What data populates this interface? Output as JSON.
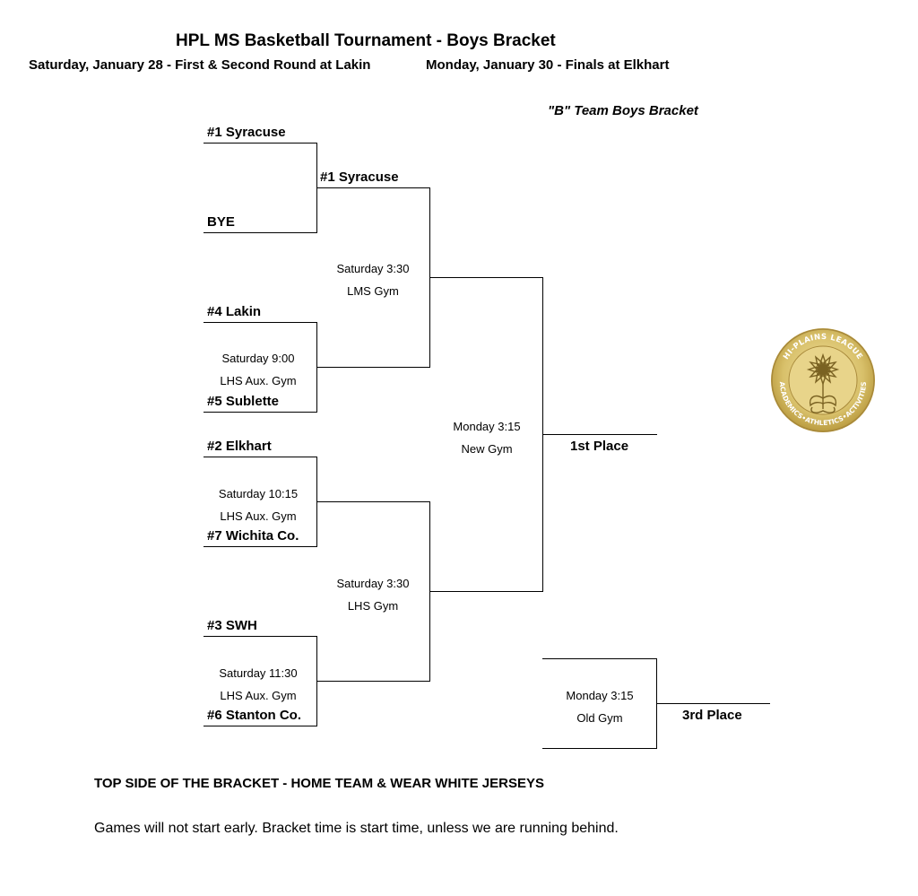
{
  "header": {
    "title": "HPL MS Basketball Tournament - Boys Bracket",
    "round1_info": "Saturday, January 28 - First & Second Round at Lakin",
    "finals_info": "Monday, January 30 - Finals at Elkhart",
    "bracket_label": "\"B\" Team Boys Bracket"
  },
  "teams": {
    "t1": "#1  Syracuse",
    "bye": "BYE",
    "t4": "#4  Lakin",
    "t5": "#5  Sublette",
    "t2": "#2  Elkhart",
    "t7": "#7  Wichita Co.",
    "t3": "#3  SWH",
    "t6": "#6  Stanton Co.",
    "r2_t1": "#1  Syracuse"
  },
  "games": {
    "g45": {
      "time": "Saturday 9:00",
      "venue": "LHS Aux. Gym"
    },
    "g27": {
      "time": "Saturday 10:15",
      "venue": "LHS Aux. Gym"
    },
    "g36": {
      "time": "Saturday 11:30",
      "venue": "LHS Aux. Gym"
    },
    "semi1": {
      "time": "Saturday 3:30",
      "venue": "LMS Gym"
    },
    "semi2": {
      "time": "Saturday 3:30",
      "venue": "LHS Gym"
    },
    "final": {
      "time": "Monday 3:15",
      "venue": "New Gym"
    },
    "third": {
      "time": "Monday 3:15",
      "venue": "Old Gym"
    }
  },
  "places": {
    "first": "1st Place",
    "third": "3rd Place"
  },
  "logo": {
    "text": "HI-PLAINS LEAGUE • ACADEMICS • ATHLETICS • ACTIVITIES",
    "color": "#d8c06a"
  },
  "footer": {
    "note1": "TOP SIDE OF THE BRACKET - HOME TEAM & WEAR WHITE JERSEYS",
    "note2": "Games will not start early. Bracket time is start time, unless we are running behind."
  }
}
